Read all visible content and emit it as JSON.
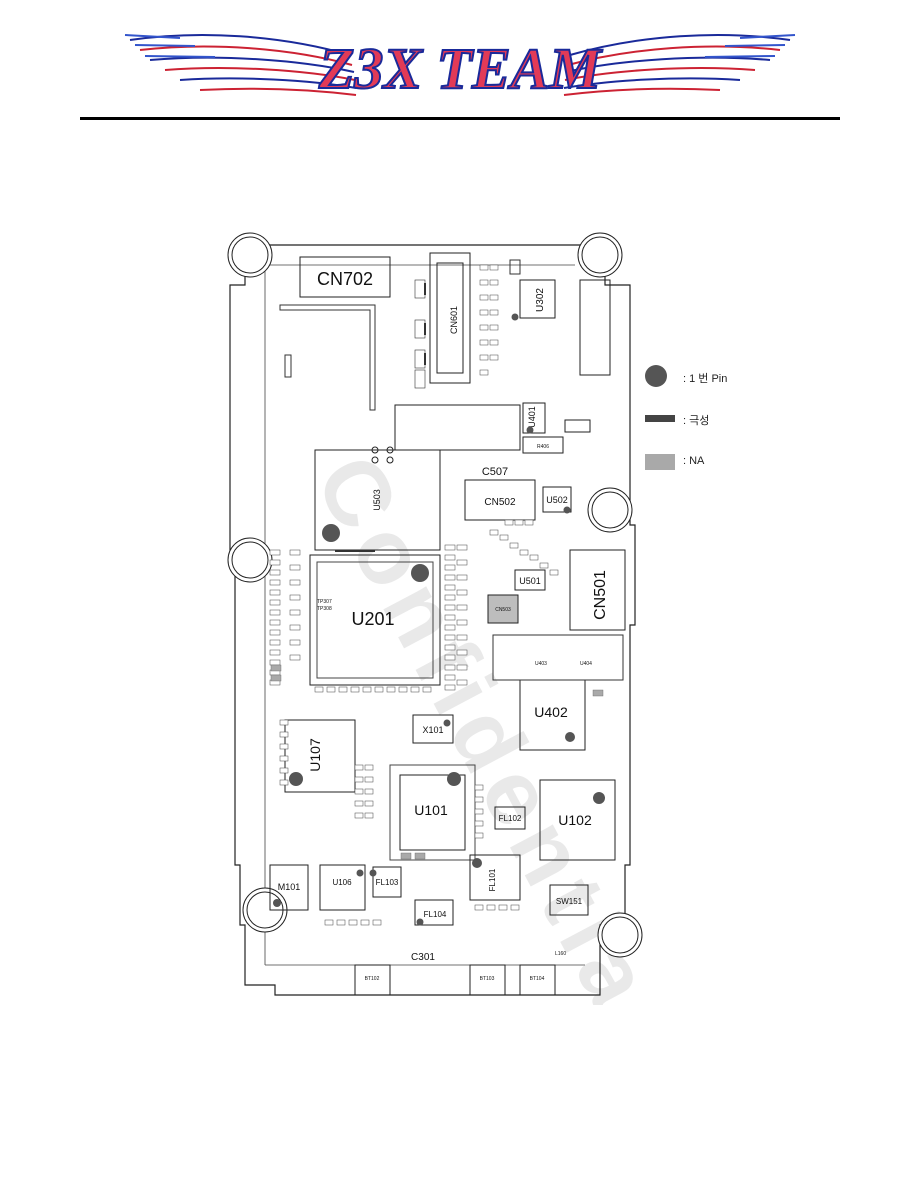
{
  "header": {
    "logo_text": "Z3X TEAM"
  },
  "legend": {
    "pin1_label": ": 1 번 Pin",
    "polarity_label": ": 극성",
    "na_label": ": NA"
  },
  "watermark": "Confidential",
  "board": {
    "components": {
      "cn702": "CN702",
      "cn601": "CN601",
      "u302": "U302",
      "u402": "U402",
      "u401": "U401",
      "u501": "U501",
      "u502": "U502",
      "u503": "U503",
      "cn502": "CN502",
      "c507": "C507",
      "cn501": "CN501",
      "u201": "U201",
      "u107": "U107",
      "x101": "X101",
      "u101": "U101",
      "u102": "U102",
      "fl102": "FL102",
      "fl101": "FL101",
      "fl103": "FL103",
      "fl104": "FL104",
      "u106": "U106",
      "m101": "M101",
      "sw151": "SW151",
      "cn503": "CN503",
      "r406": "R406",
      "c301": "C301",
      "bt102": "BT102",
      "bt103": "BT103",
      "bt104": "BT104",
      "l160": "L160",
      "u404": "U404",
      "u403": "U403",
      "u401b": "U401",
      "u302b": "U302",
      "tp307": "TP307",
      "tp308": "TP308"
    }
  }
}
